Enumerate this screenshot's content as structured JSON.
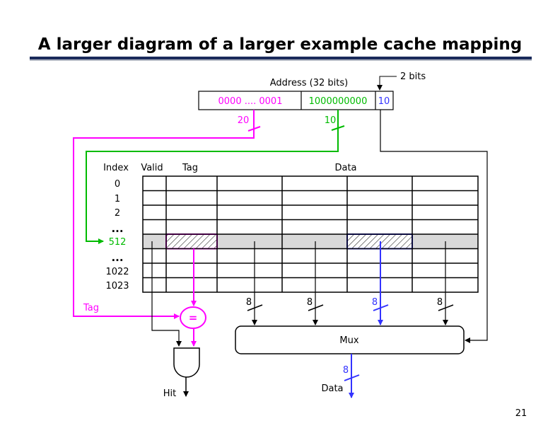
{
  "slide": {
    "title": "A larger diagram of a larger example cache mapping",
    "page_number": "21"
  },
  "address": {
    "label": "Address (32 bits)",
    "tag_field": "0000 .... 0001",
    "index_field": "1000000000",
    "offset_field": "10",
    "offset_note": "2 bits",
    "tag_width": "20",
    "index_width": "10"
  },
  "cache": {
    "headers": {
      "index": "Index",
      "valid": "Valid",
      "tag": "Tag",
      "data": "Data"
    },
    "row_labels": [
      "0",
      "1",
      "2",
      "...",
      "512",
      "...",
      "1022",
      "1023"
    ],
    "selected_row": "512"
  },
  "signals": {
    "tag_label": "Tag",
    "comparator": "=",
    "mux": "Mux",
    "byte_width": "8",
    "hit": "Hit",
    "data_out": "Data"
  },
  "colors": {
    "tag": "#ff00ff",
    "index": "#00bb00",
    "offset": "#3333ff",
    "highlight_row": "#d9d9d9",
    "title_rule": "#1a2a5a"
  }
}
